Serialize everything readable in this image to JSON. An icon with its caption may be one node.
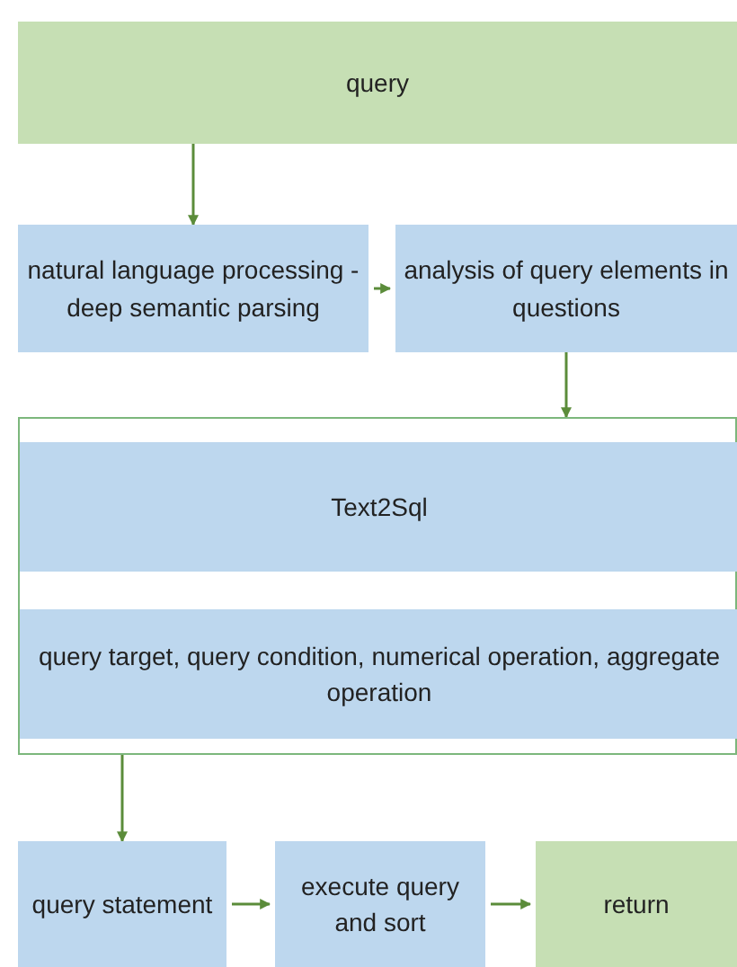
{
  "diagram": {
    "nodes": [
      {
        "text": [
          "query"
        ]
      },
      {
        "text": [
          "natural language processing -deep semantic parsing"
        ]
      },
      {
        "text": [
          "analysis of query elements in questions"
        ]
      },
      {
        "text": [],
        "shape": "box"
      },
      {
        "text": [
          "Text2Sql"
        ],
        "in": 3
      },
      {
        "text": [
          "query target, query condition, numerical operation, aggregate operation"
        ],
        "in": 3
      },
      {
        "text": [
          "query statement"
        ]
      },
      {
        "text": [
          "execute query and sort"
        ]
      },
      {
        "text": [
          "return"
        ]
      }
    ],
    "edges": [
      {
        "from": 0,
        "to": 1,
        "arrow": "to"
      },
      {
        "from": 1,
        "to": 2,
        "arrow": "to"
      },
      {
        "from": 2,
        "to": 3,
        "arrow": "to"
      },
      {
        "from": 3,
        "to": 6,
        "arrow": "to"
      },
      {
        "from": 6,
        "to": 7,
        "arrow": "to"
      },
      {
        "from": 7,
        "to": 8,
        "arrow": "to"
      }
    ]
  }
}
